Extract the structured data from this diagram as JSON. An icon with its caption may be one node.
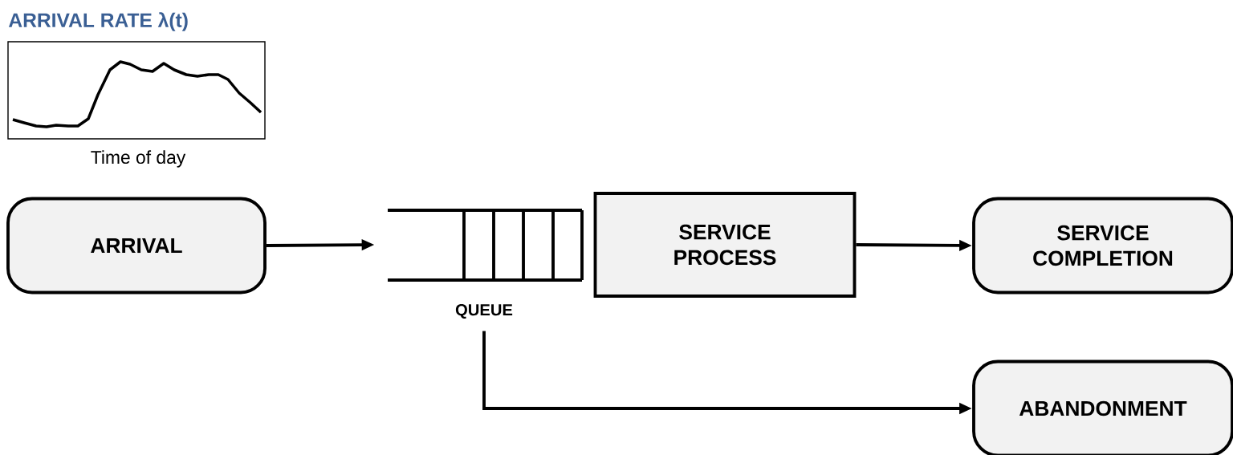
{
  "diagram": {
    "nodes": [
      {
        "text": [
          "ARRIVAL"
        ]
      },
      {
        "text": [
          "QUEUE"
        ]
      },
      {
        "text": [
          "SERVICE PROCESS"
        ]
      },
      {
        "text": [
          "SERVICE COMPLETION"
        ]
      },
      {
        "text": [
          "ABANDONMENT"
        ]
      }
    ],
    "edges": [
      {
        "from": 0,
        "to": 1,
        "arrow": "to"
      },
      {
        "from": 2,
        "to": 3,
        "arrow": "to"
      },
      {
        "from": 1,
        "to": 4,
        "arrow": "to"
      }
    ],
    "labels": [
      "ARRIVAL RATE λ(t)",
      "Time of day"
    ]
  }
}
